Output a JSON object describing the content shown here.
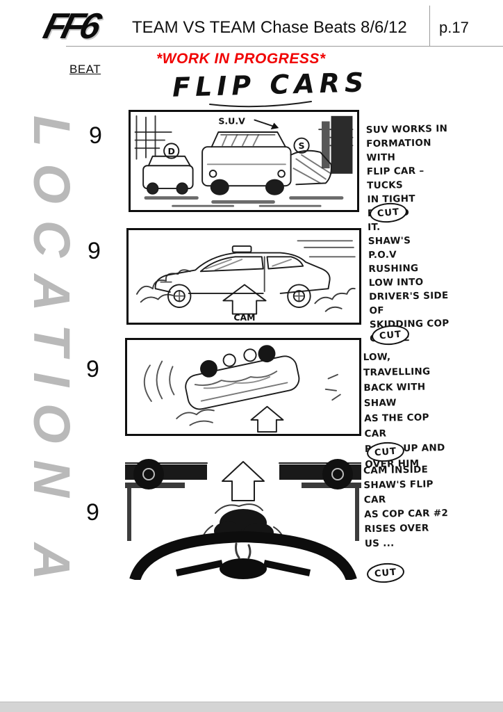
{
  "page": {
    "header": {
      "logo": "FF6",
      "title": "TEAM VS TEAM Chase Beats 8/6/12",
      "page_number": "p.17",
      "wip_notice": "*WORK IN PROGRESS*",
      "beat_label": "BEAT"
    },
    "board_title": "FLIP CARS",
    "location_label": "LOCATION A",
    "cut_label": "CUT",
    "panels": [
      {
        "number": "9",
        "sketch_labels": {
          "suv": "S.U.V",
          "s": "S",
          "d": "D"
        },
        "note_lines": [
          "SUV WORKS IN",
          "FORMATION WITH",
          "FLIP CAR – TUCKS",
          "IN TIGHT BEHIND",
          "IT."
        ]
      },
      {
        "number": "9",
        "sketch_labels": {
          "cam": "CAM"
        },
        "note_lines": [
          "SHAW'S",
          "P.O.V",
          "RUSHING",
          "LOW INTO",
          "DRIVER'S SIDE OF",
          "SKIDDING COP",
          "CAR #2"
        ]
      },
      {
        "number": "9",
        "note_lines": [
          "LOW, TRAVELLING",
          "BACK WITH SHAW",
          "AS THE COP CAR",
          "ROLLS UP AND",
          "OVER HIM"
        ]
      },
      {
        "number": "9",
        "note_lines": [
          "CAM INSIDE",
          "SHAW'S FLIP CAR",
          "AS COP CAR #2",
          "RISES OVER",
          "US ..."
        ]
      }
    ]
  }
}
